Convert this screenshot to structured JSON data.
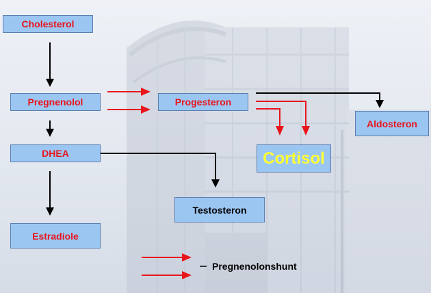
{
  "nodes": {
    "cholesterol": "Cholesterol",
    "pregnenolol": "Pregnenolol",
    "dhea": "DHEA",
    "estradiole": "Estradiole",
    "progesteron": "Progesteron",
    "cortisol": "Cortisol",
    "aldosteron": "Aldosteron",
    "testosteron": "Testosteron"
  },
  "legend": {
    "label": "Pregnenolonshunt"
  },
  "colors": {
    "box_fill": "#9cc6f2",
    "box_border": "#5a7fb0",
    "red_text": "#e8151b",
    "cortisol_text": "#ffff33",
    "arrow_black": "#000000",
    "arrow_red": "#e8151b"
  }
}
